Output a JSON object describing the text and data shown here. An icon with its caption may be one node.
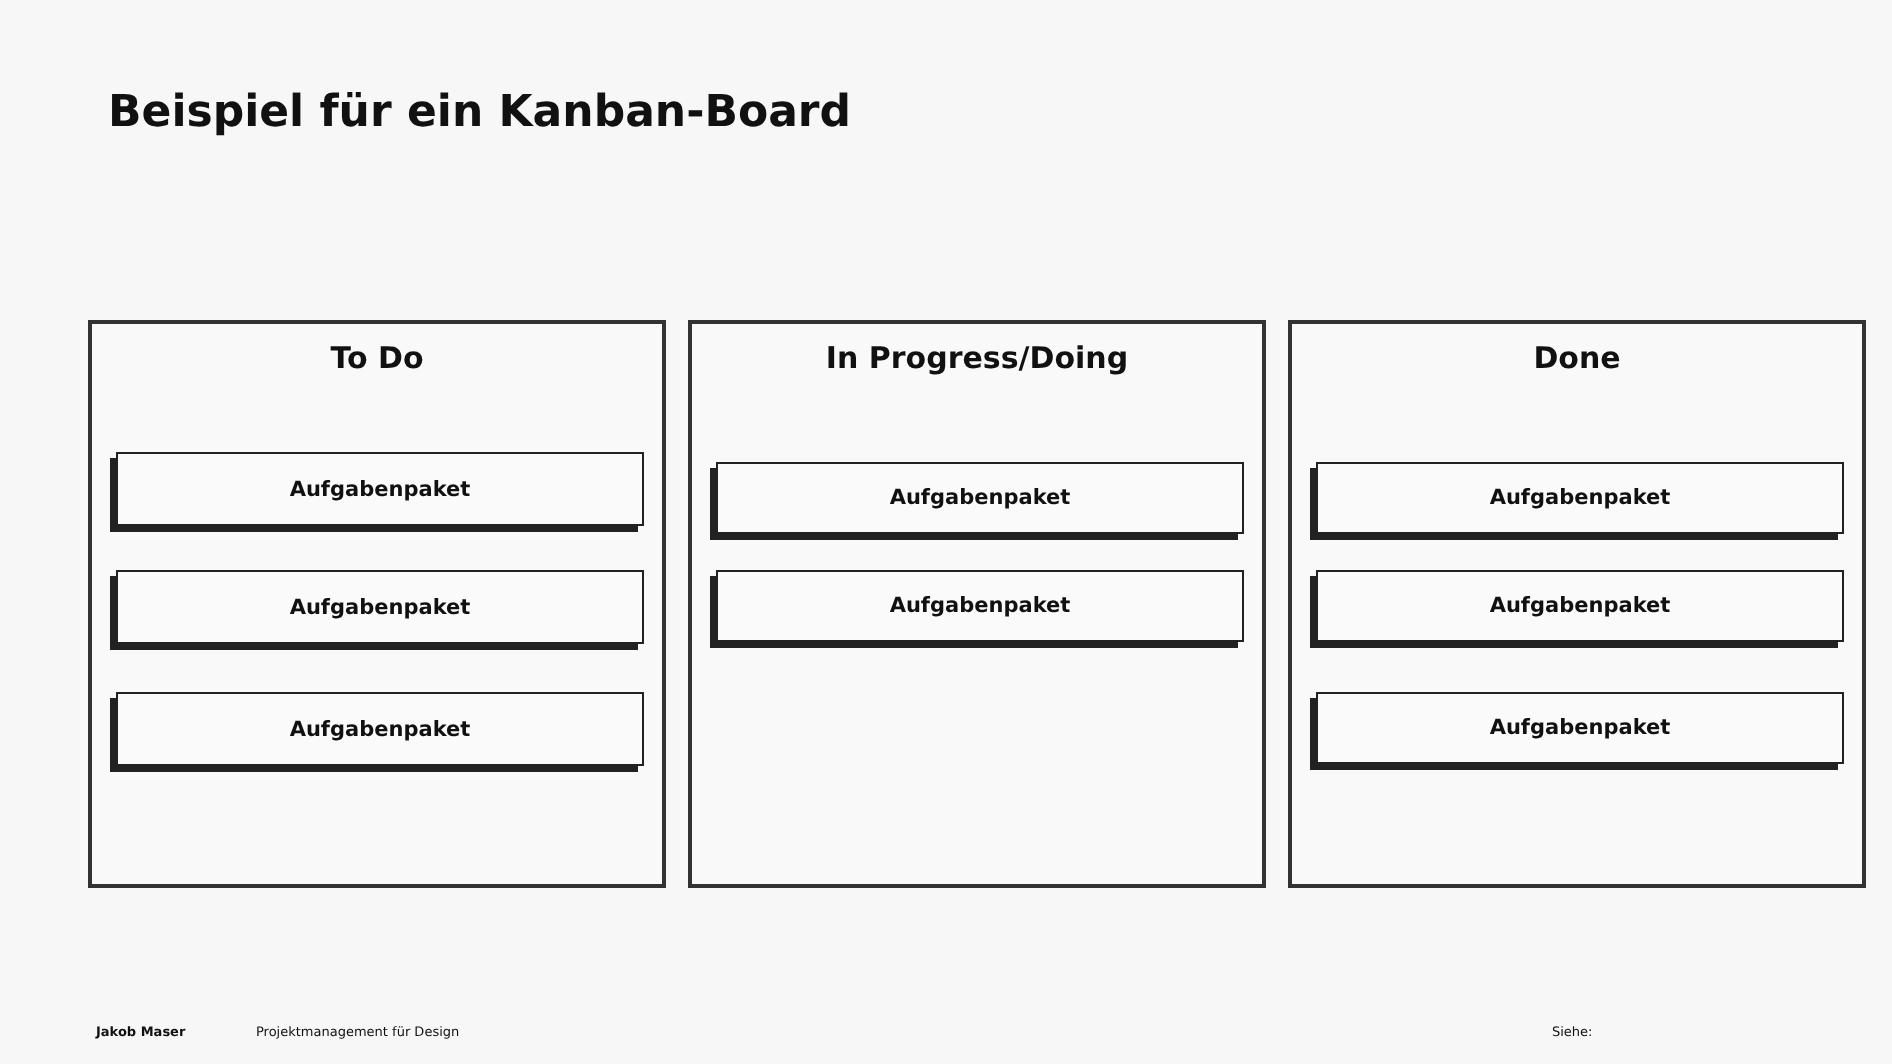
{
  "diagram": {
    "title": "Beispiel für ein Kanban-Board",
    "nodes": [
      {
        "text": [
          "To Do"
        ]
      },
      {
        "text": [
          "Aufgabenpaket"
        ],
        "in": 0
      },
      {
        "text": [
          "Aufgabenpaket"
        ],
        "in": 0
      },
      {
        "text": [
          "Aufgabenpaket"
        ],
        "in": 0
      },
      {
        "text": [
          "In Progress/Doing"
        ]
      },
      {
        "text": [
          "Aufgabenpaket"
        ],
        "in": 4
      },
      {
        "text": [
          "Aufgabenpaket"
        ],
        "in": 4
      },
      {
        "text": [
          "Done"
        ]
      },
      {
        "text": [
          "Aufgabenpaket"
        ],
        "in": 7
      },
      {
        "text": [
          "Aufgabenpaket"
        ],
        "in": 7
      },
      {
        "text": [
          "Aufgabenpaket"
        ],
        "in": 7
      }
    ],
    "labels": [
      "Jakob Maser",
      "Projektmanagement für Design",
      "Siehe:"
    ]
  }
}
